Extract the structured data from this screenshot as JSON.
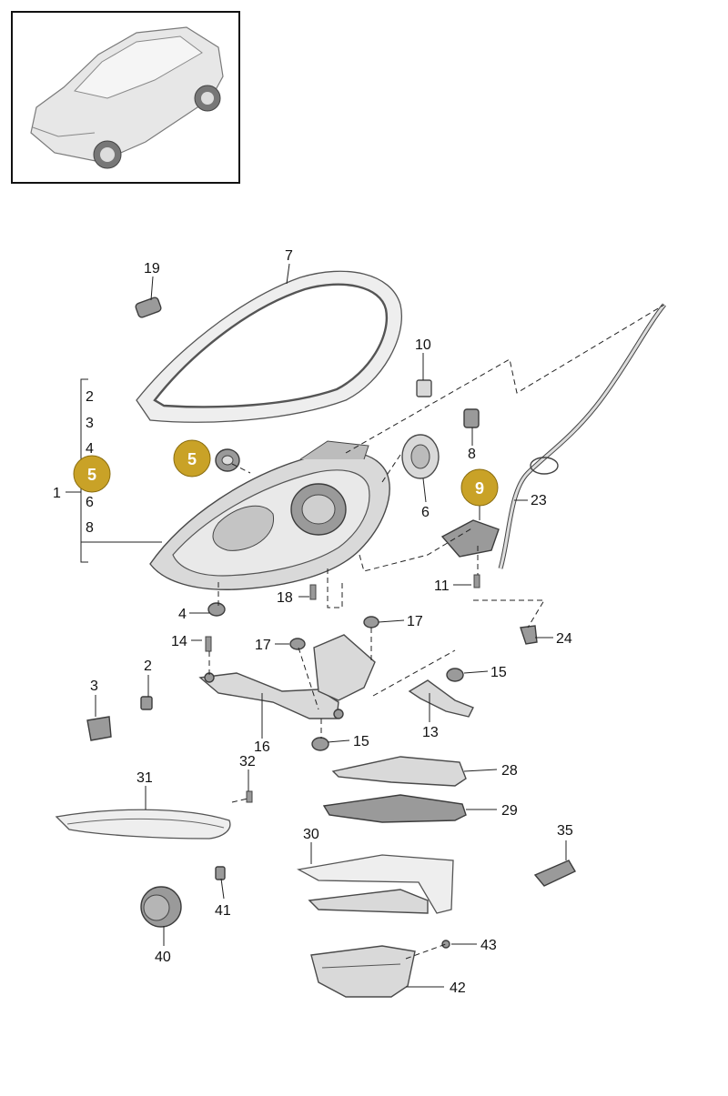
{
  "diagram": {
    "group_label": "1",
    "group_items": [
      "2",
      "3",
      "4",
      "5",
      "6",
      "8"
    ],
    "labels": {
      "p2": "2",
      "p3": "3",
      "p4": "4",
      "p6": "6",
      "p7": "7",
      "p8": "8",
      "p10": "10",
      "p11": "11",
      "p13": "13",
      "p14": "14",
      "p15a": "15",
      "p15b": "15",
      "p16": "16",
      "p17a": "17",
      "p17b": "17",
      "p18": "18",
      "p19": "19",
      "p23": "23",
      "p24": "24",
      "p28": "28",
      "p29": "29",
      "p30": "30",
      "p31": "31",
      "p32": "32",
      "p35": "35",
      "p40": "40",
      "p41": "41",
      "p42": "42",
      "p43": "43"
    },
    "highlights": {
      "h5a": "5",
      "h5b": "5",
      "h9": "9"
    },
    "highlight_color": "#c9a227"
  }
}
